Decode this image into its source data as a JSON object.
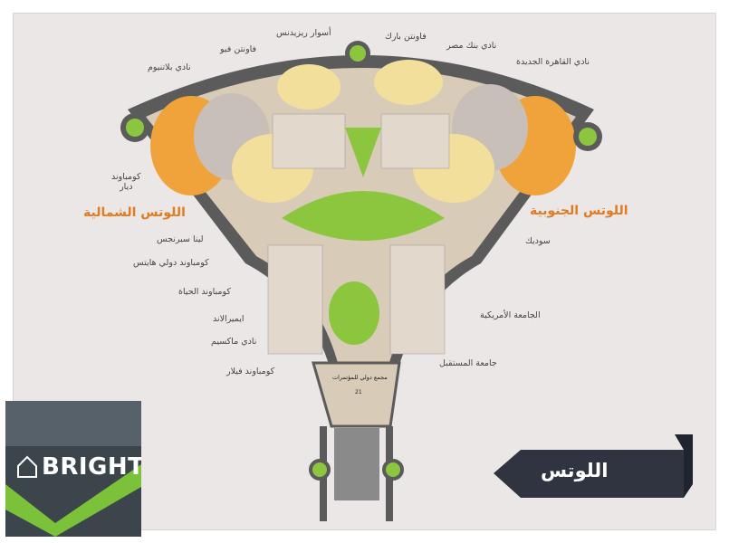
{
  "labels": {
    "aswar_residence": "أسوار ريزيدنس",
    "fountain_park": "فاونتن بارك",
    "bank_misr_club": "نادي بنك مصر",
    "new_cairo_club": "نادي القاهرة الجديدة",
    "fountain_view": "فاونتن فيو",
    "platinum_club": "نادي بلاتنيوم",
    "compound_diar": "كومباوند\nديار",
    "lotus_north": "اللوتس الشمالية",
    "lotus_south": "اللوتس الجنوبية",
    "lena_springs": "لينا سبرنجس",
    "compound_dolly_heights": "كومباوند دولي هايتس",
    "compound_life": "كومباوند الحياة",
    "emerald": "ايميرالاند",
    "maxim_club": "نادي ماكسيم",
    "compound_villar": "كومباوند فيلار",
    "sodic": "سوديك",
    "american_university": "الجامعة الأمريكية",
    "future_university": "جامعة المستقبل",
    "sports_complex": "مجمع دولي للمؤتمرات",
    "plot_21": "21",
    "banner_title": "اللوتس",
    "logo_text": "BRIGHT"
  },
  "colors": {
    "road": "#5b5b5b",
    "green": "#8cc63f",
    "orange_plots": "#f0a33a",
    "yellow_plots": "#f2df9c",
    "grey_plots": "#c8bfb8",
    "land": "#d8cbb8",
    "label_orange": "#e07b22"
  }
}
